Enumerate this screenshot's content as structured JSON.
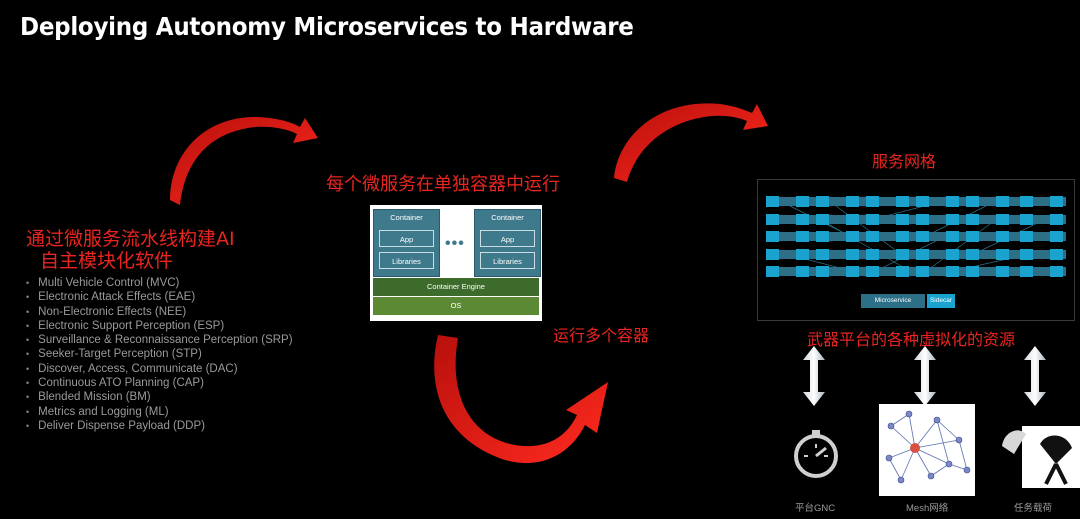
{
  "title": "Deploying Autonomy Microservices to Hardware",
  "left_panel": {
    "heading_line1": "通过微服务流水线构建AI",
    "heading_line2": "自主模块化软件",
    "modules": [
      "Multi Vehicle Control (MVC)",
      "Electronic Attack Effects (EAE)",
      "Non-Electronic Effects (NEE)",
      "Electronic Support Perception (ESP)",
      "Surveillance & Reconnaissance Perception (SRP)",
      "Seeker-Target Perception (STP)",
      "Discover, Access, Communicate (DAC)",
      "Continuous ATO Planning (CAP)",
      "Blended Mission (BM)",
      "Metrics and Logging (ML)",
      "Deliver Dispense Payload (DDP)"
    ]
  },
  "container_section": {
    "heading": "每个微服务在单独容器中运行",
    "container_label": "Container",
    "app_label": "App",
    "libraries_label": "Libraries",
    "ellipsis": "•••",
    "engine_label": "Container Engine",
    "os_label": "OS",
    "run_label": "运行多个容器"
  },
  "mesh_section": {
    "heading": "服务网格",
    "legend_microservice": "Microservice",
    "legend_sidecar": "Sidecar",
    "resources_label": "武器平台的各种虚拟化的资源"
  },
  "bottom_icons": {
    "gnc_label": "平台GNC",
    "mesh_label": "Mesh网络",
    "payload_label": "任务载荷"
  },
  "colors": {
    "background": "#000000",
    "accent_red": "#e8251f",
    "container_teal": "#3f7a8c",
    "engine_green": "#3d6b2c",
    "os_green": "#5c8a34",
    "mesh_node": "#1aa3cf"
  },
  "icons": [
    "curved-arrow-icon",
    "double-arrow-icon",
    "speedometer-icon",
    "network-graph-icon",
    "satellite-dish-icon"
  ]
}
